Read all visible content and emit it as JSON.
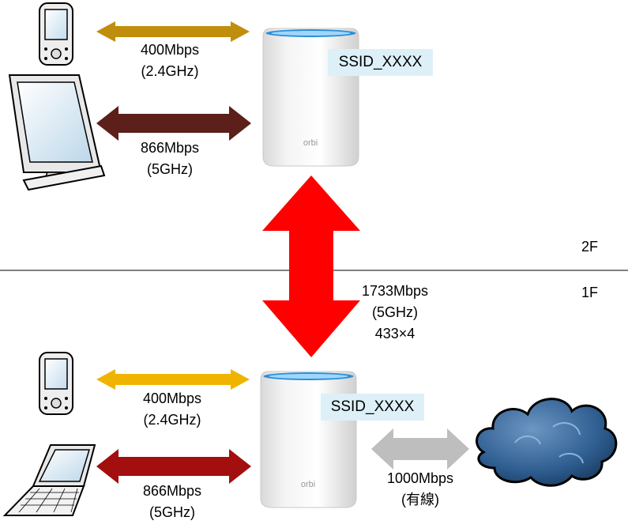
{
  "floors": {
    "upper": "2F",
    "lower": "1F"
  },
  "top": {
    "ssid": "SSID_XXXX",
    "router_logo": "orbi",
    "link_24": {
      "speed": "400Mbps",
      "band": "(2.4GHz)",
      "color": "#C08E0C"
    },
    "link_5": {
      "speed": "866Mbps",
      "band": "(5GHz)",
      "color": "#5C1F1A"
    },
    "devices": [
      "pda-icon",
      "monitor-icon"
    ]
  },
  "backhaul": {
    "speed": "1733Mbps",
    "band": "(5GHz)",
    "detail": "433×4",
    "color": "#FF0000"
  },
  "bottom": {
    "ssid": "SSID_XXXX",
    "router_logo": "orbi",
    "link_24": {
      "speed": "400Mbps",
      "band": "(2.4GHz)",
      "color": "#F0B400"
    },
    "link_5": {
      "speed": "866Mbps",
      "band": "(5GHz)",
      "color": "#A30E0E"
    },
    "wired": {
      "speed": "1000Mbps",
      "medium": "(有線)",
      "color": "#BEBEBE"
    },
    "devices": [
      "pda-icon",
      "laptop-icon",
      "cloud-icon"
    ]
  }
}
